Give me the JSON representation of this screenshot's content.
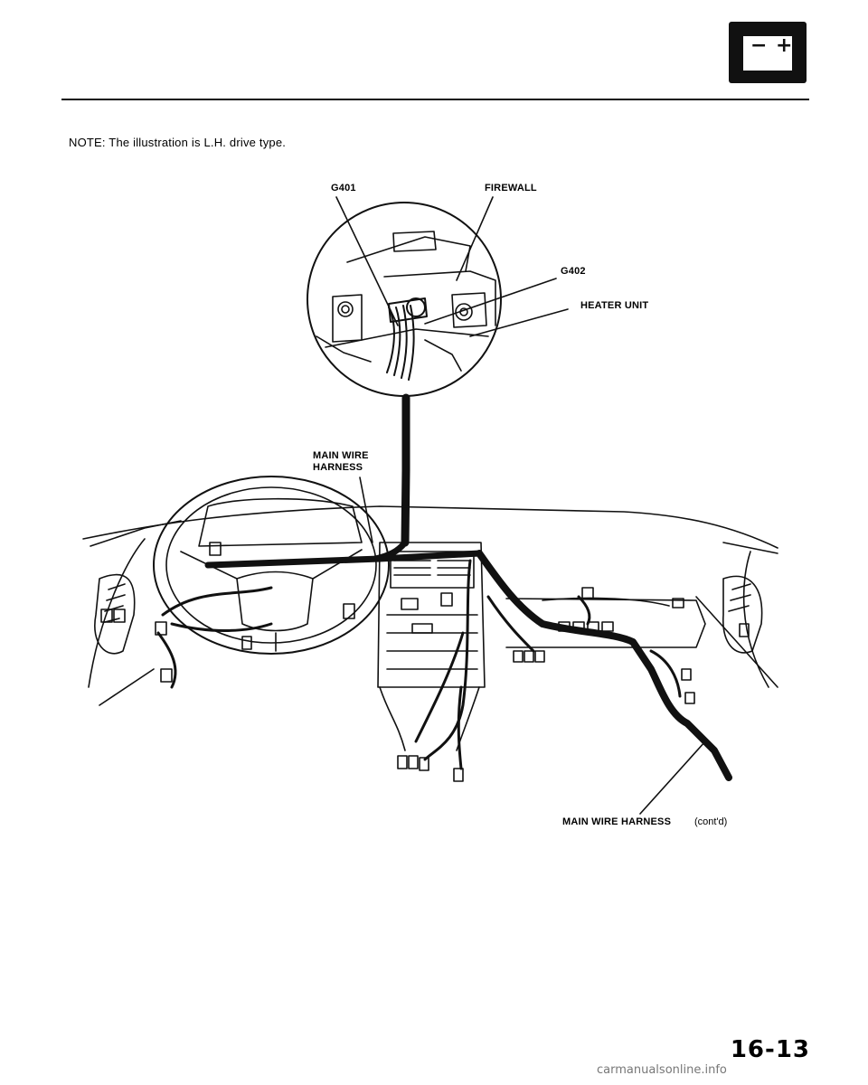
{
  "header": {
    "icon": "battery-icon",
    "minus": "−",
    "plus": "+"
  },
  "note": "NOTE: The illustration is L.H. drive type.",
  "labels": {
    "g401": "G401",
    "firewall": "FIREWALL",
    "g402": "G402",
    "heater_unit": "HEATER UNIT",
    "main_wire_harness_1": "MAIN WIRE",
    "main_wire_harness_2": "HARNESS",
    "main_wire_harness_contd": "MAIN WIRE HARNESS",
    "contd": "(cont'd)"
  },
  "page_number": "16-13",
  "footer": "carmanualsonline.info"
}
